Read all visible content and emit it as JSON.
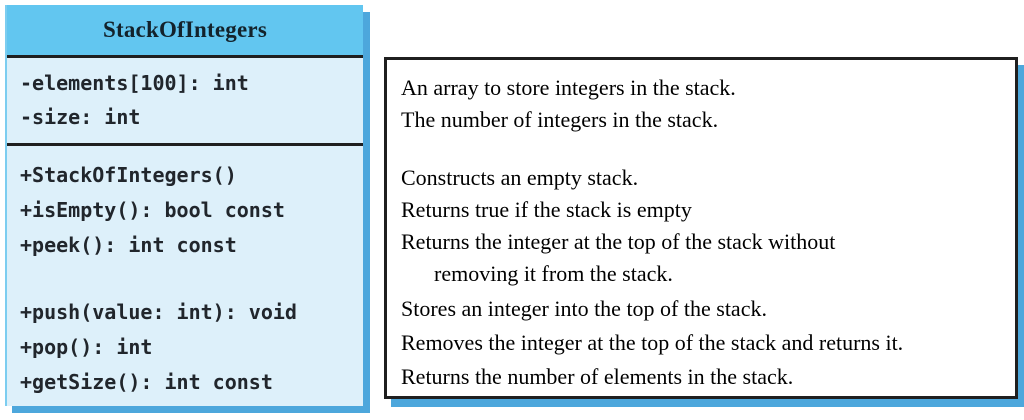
{
  "class_box": {
    "title": "StackOfIntegers",
    "attributes": [
      "-elements[100]: int",
      "-size: int"
    ],
    "methods_group1": [
      "+StackOfIntegers()",
      "+isEmpty(): bool const",
      "+peek(): int const"
    ],
    "methods_group2": [
      "+push(value: int): void",
      "+pop(): int",
      "+getSize(): int const"
    ]
  },
  "description_box": {
    "attribute_descriptions": [
      "An array to store integers in the stack.",
      "The number of integers in the stack."
    ],
    "method_descriptions_group1": [
      "Constructs an empty stack.",
      "Returns true if the stack is empty",
      "Returns the integer at the top of the stack without\n      removing it from the stack."
    ],
    "method_descriptions_group2": [
      "Stores an integer into the top of the stack.",
      "Removes the integer at the top of the stack and returns it.",
      "Returns the number of elements in the stack."
    ]
  },
  "colors": {
    "header_fill": "#62C6F0",
    "body_fill": "#DDF0FA",
    "drop_shadow": "#4DA7DC",
    "dark_border": "#1F1F1F",
    "desc_background": "#FFFFFF"
  }
}
